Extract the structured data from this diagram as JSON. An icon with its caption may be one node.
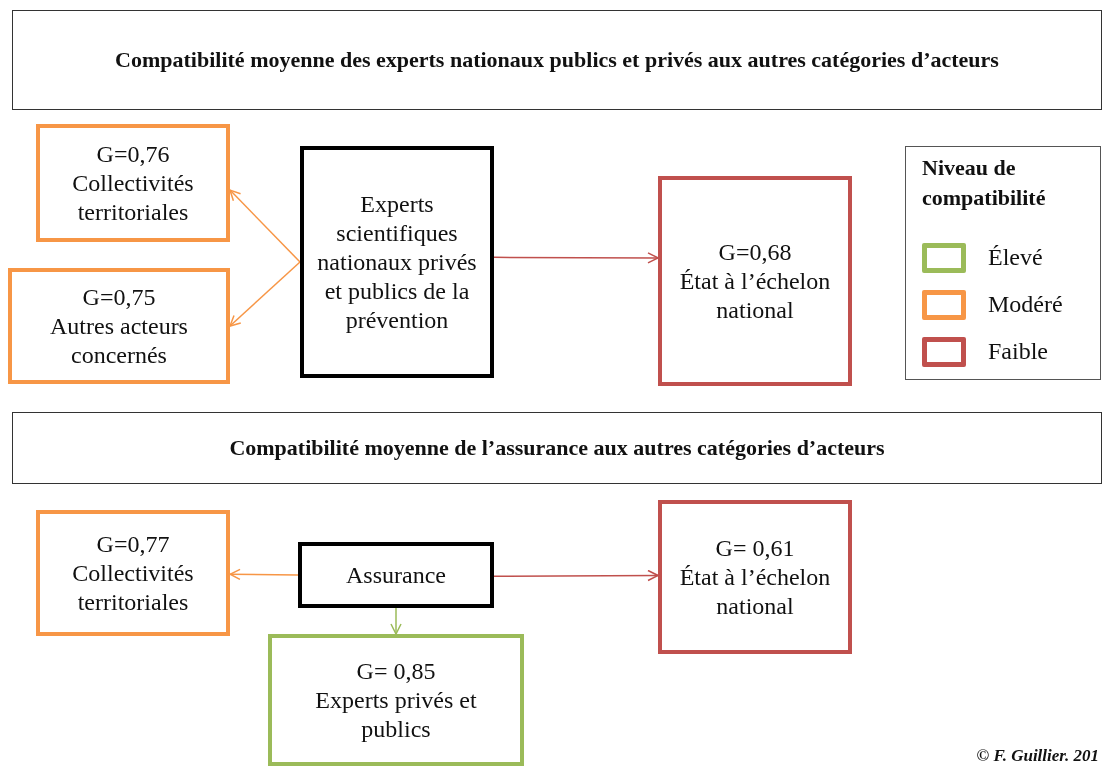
{
  "diagram": {
    "nodes": [
      {
        "text": [
          "Compatibilité moyenne des experts nationaux publics et privés aux autres catégories d’acteurs"
        ]
      },
      {
        "text": [
          "G=0,76",
          "Collectivités territoriales"
        ]
      },
      {
        "text": [
          "G=0,75",
          "Autres acteurs concernés"
        ]
      },
      {
        "text": [
          "Experts scientifiques nationaux privés et publics de la prévention"
        ]
      },
      {
        "text": [
          "G=0,68",
          "État à l’échelon national"
        ]
      },
      {
        "text": [
          "Compatibilité moyenne de l’assurance aux autres catégories d’acteurs"
        ]
      },
      {
        "text": [
          "G=0,77",
          "Collectivités territoriales"
        ]
      },
      {
        "text": [
          "Assurance"
        ]
      },
      {
        "text": [
          "G= 0,61",
          "État à l’échelon national"
        ]
      },
      {
        "text": [
          "G= 0,85",
          "Experts privés et publics"
        ]
      }
    ],
    "edges": [
      {
        "from": 3,
        "to": 1,
        "arrow": "to",
        "color": "#f79646"
      },
      {
        "from": 3,
        "to": 2,
        "arrow": "to",
        "color": "#f79646"
      },
      {
        "from": 3,
        "to": 4,
        "arrow": "to",
        "color": "#c0504d"
      },
      {
        "from": 7,
        "to": 6,
        "arrow": "to",
        "color": "#f79646"
      },
      {
        "from": 7,
        "to": 8,
        "arrow": "to",
        "color": "#c0504d"
      },
      {
        "from": 7,
        "to": 9,
        "arrow": "to",
        "color": "#9bbb59"
      }
    ],
    "labels": [
      "Niveau de compatibilité",
      "© F. Guillier. 201"
    ],
    "legend": [
      {
        "text": "Élevé",
        "color": "#9bbb59"
      },
      {
        "text": "Modéré",
        "color": "#f79646"
      },
      {
        "text": "Faible",
        "color": "#c0504d"
      }
    ]
  }
}
